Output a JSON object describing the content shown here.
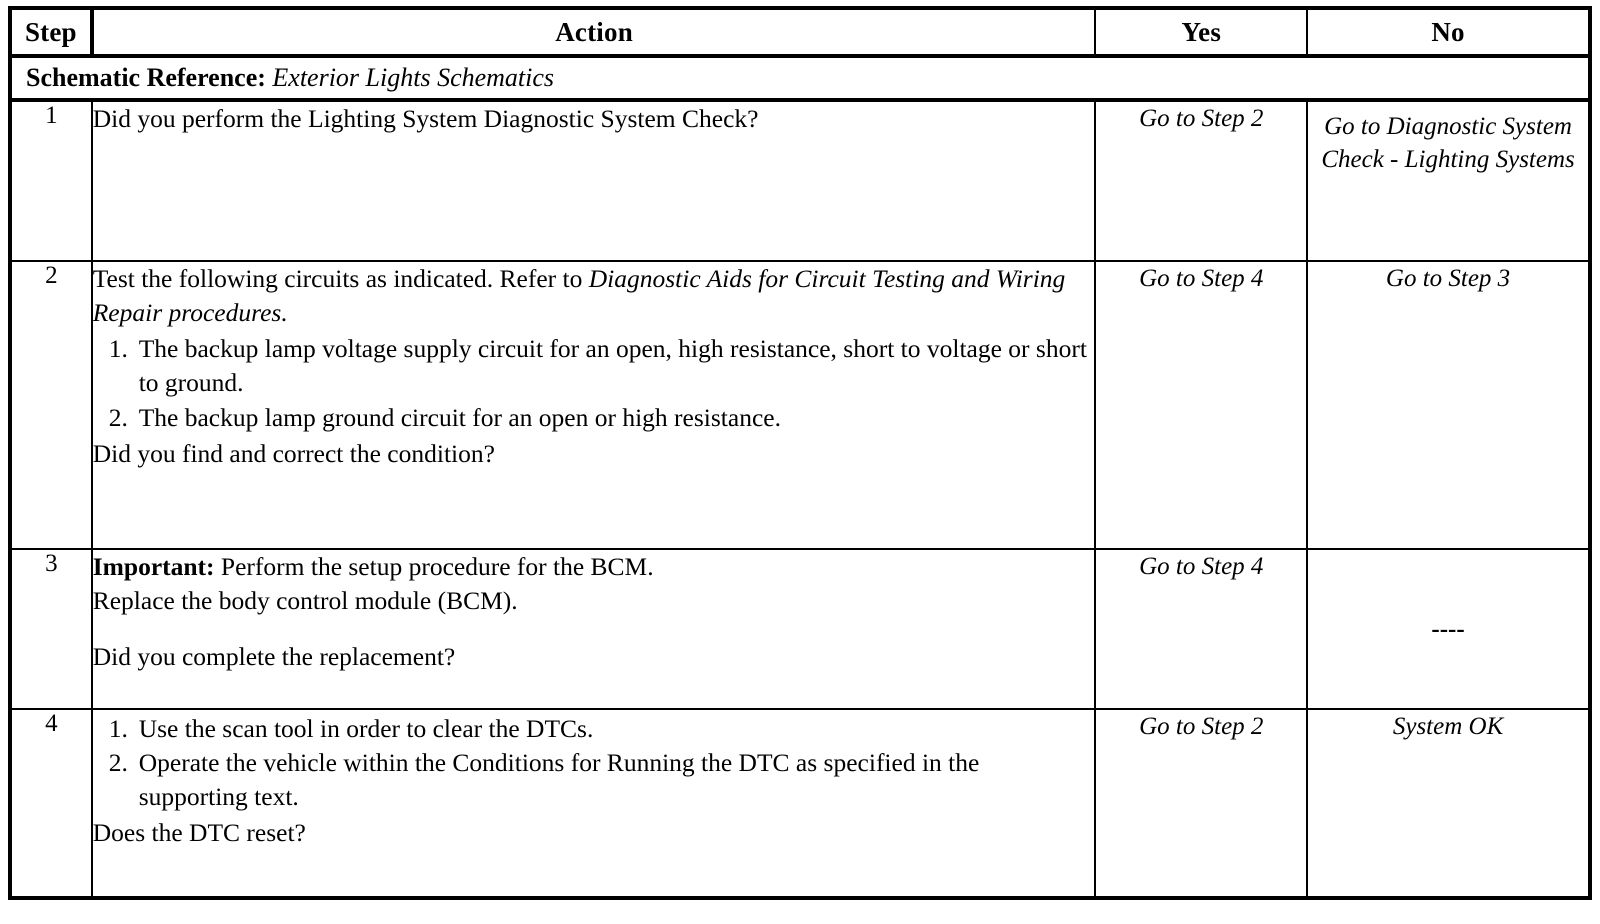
{
  "table": {
    "headers": {
      "step": "Step",
      "action": "Action",
      "yes": "Yes",
      "no": "No"
    },
    "schematic_reference": {
      "label": "Schematic Reference:",
      "value": "Exterior Lights Schematics"
    },
    "rows": [
      {
        "step": "1",
        "action": {
          "question": "Did you perform the Lighting System Diagnostic System Check?"
        },
        "yes": "Go to Step 2",
        "no": "Go to Diagnostic System Check - Lighting Systems"
      },
      {
        "step": "2",
        "action": {
          "intro_plain": "Test the following circuits as indicated. Refer to ",
          "intro_italic": "Diagnostic Aids for Circuit Testing and Wiring Repair procedures.",
          "items": [
            {
              "num": "1.",
              "text": "The backup lamp voltage supply circuit for an open, high resistance, short to voltage or short to ground."
            },
            {
              "num": "2.",
              "text": "The backup lamp ground circuit for an open or high resistance."
            }
          ],
          "question": "Did you find and correct the condition?"
        },
        "yes": "Go to Step 4",
        "no": "Go to Step 3"
      },
      {
        "step": "3",
        "action": {
          "important_label": "Important:",
          "important_text": " Perform the setup procedure for the BCM.",
          "instruction": "Replace the body control module (BCM).",
          "question": "Did you complete the replacement?"
        },
        "yes": "Go to Step 4",
        "no": "----"
      },
      {
        "step": "4",
        "action": {
          "items": [
            {
              "num": "1.",
              "text": "Use the scan tool in order to clear the DTCs."
            },
            {
              "num": "2.",
              "text": "Operate the vehicle within the Conditions for Running the DTC as specified in the supporting text."
            }
          ],
          "question": "Does the DTC reset?"
        },
        "yes": "Go to Step 2",
        "no": "System OK"
      }
    ]
  }
}
